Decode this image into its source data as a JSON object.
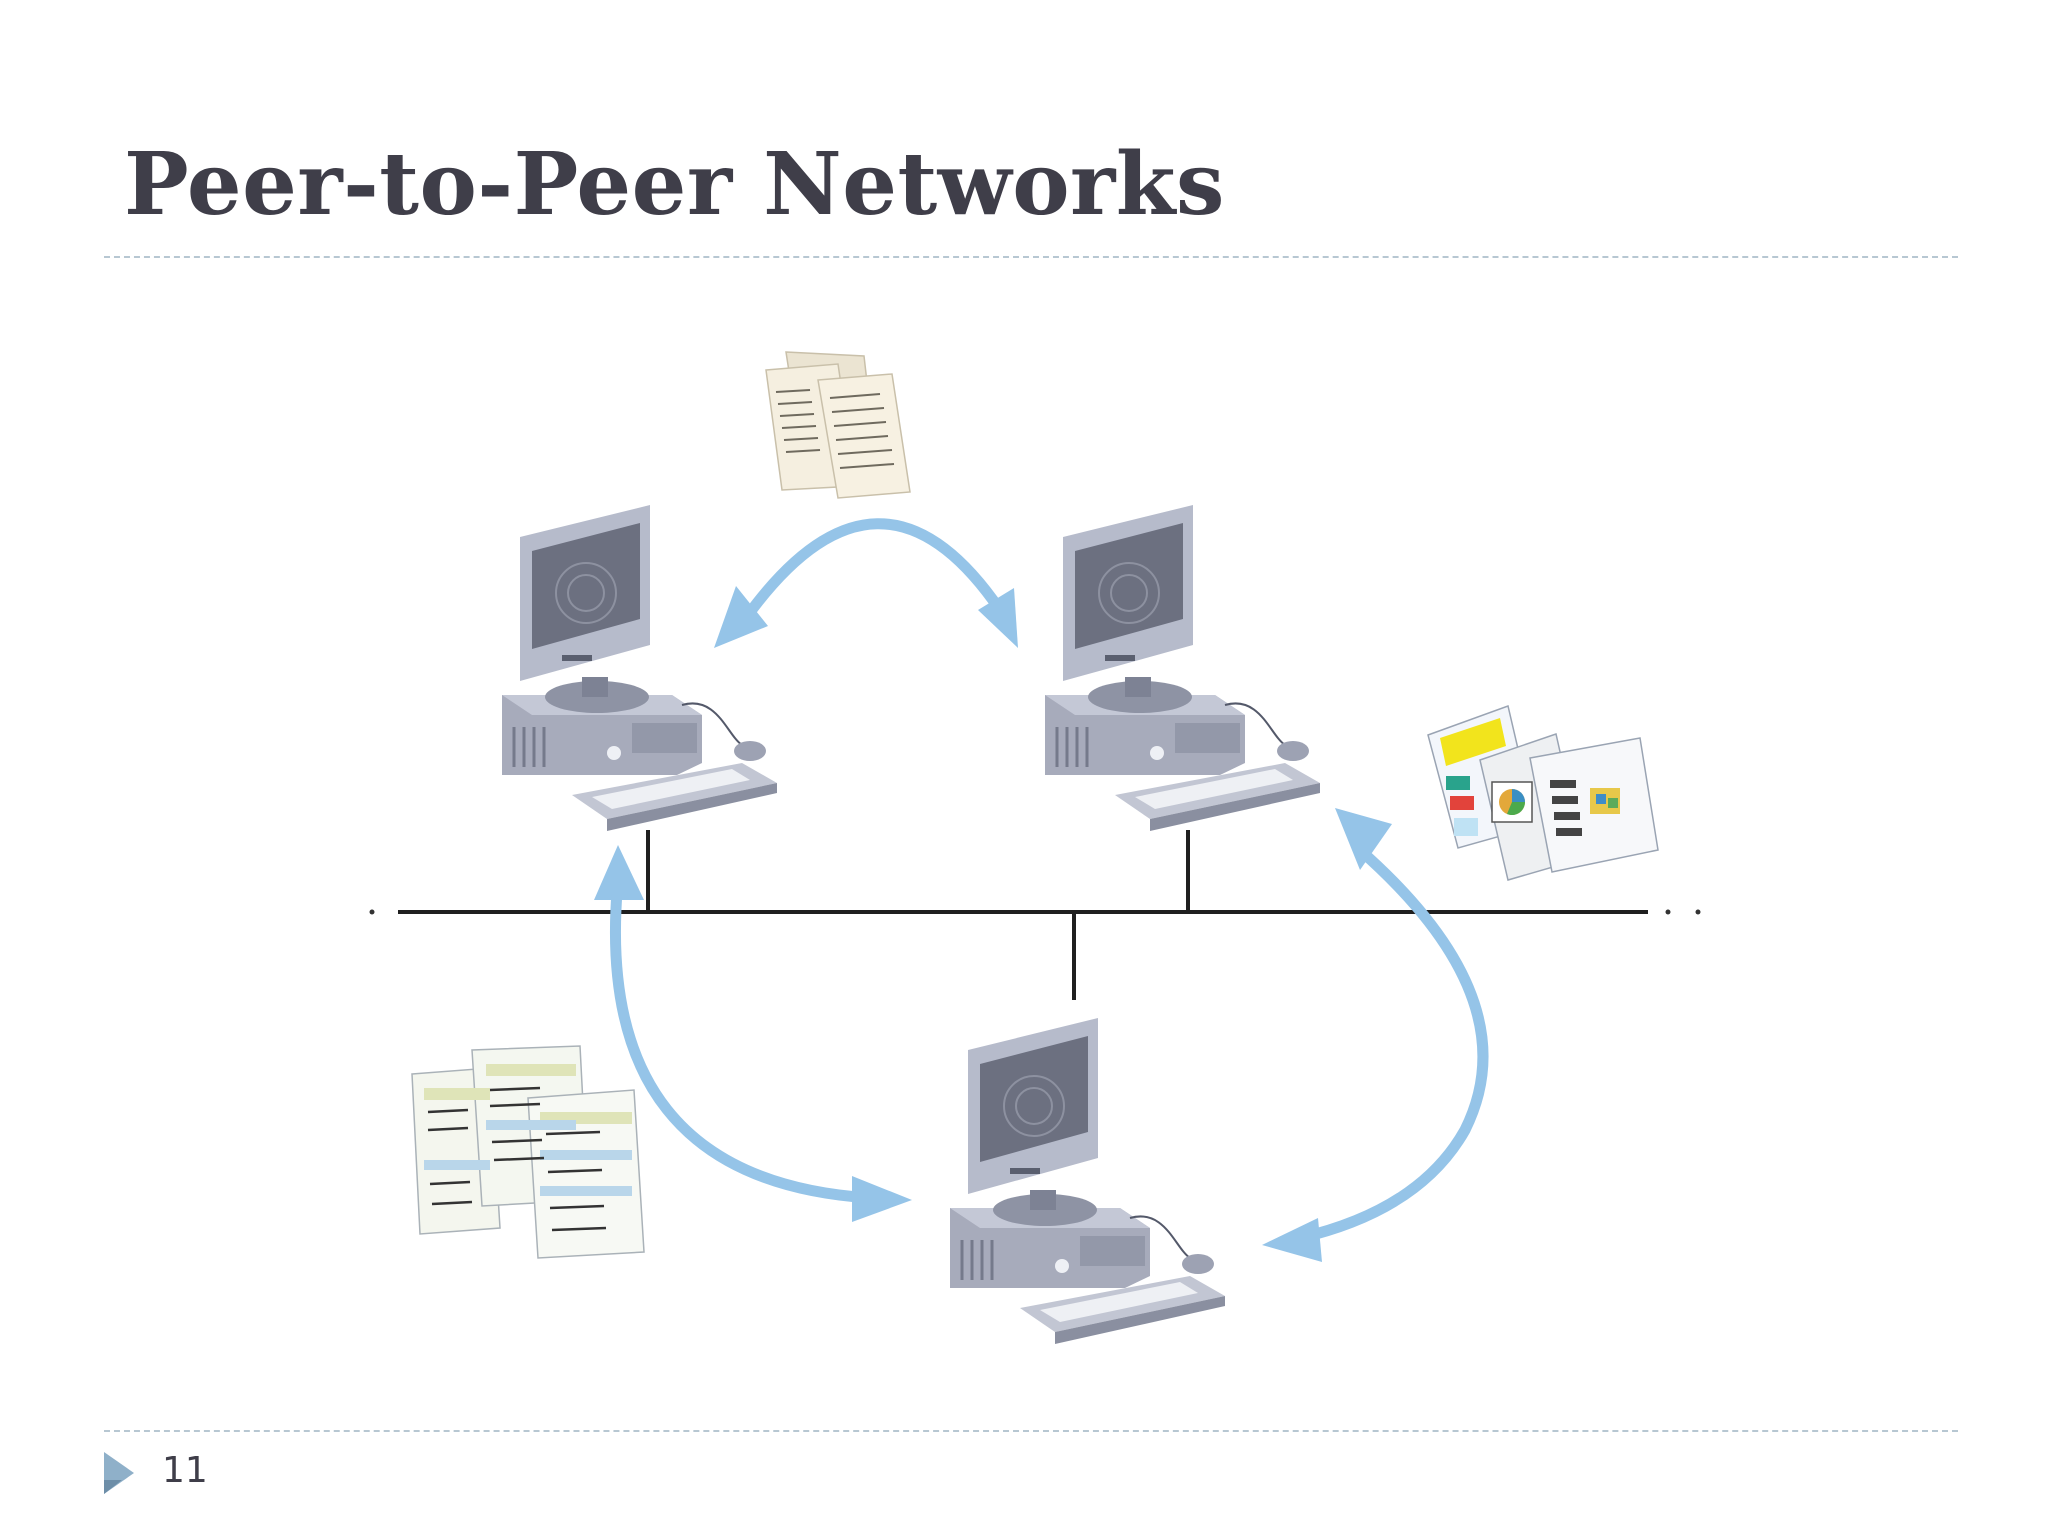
{
  "slide": {
    "title": "Peer-to-Peer Networks",
    "page_number": "11"
  },
  "diagram": {
    "nodes": [
      "computer",
      "computer",
      "computer"
    ],
    "links": [
      "network-bus"
    ],
    "documents": [
      "text-documents",
      "brochure-with-charts",
      "spreadsheets"
    ],
    "accent_color": "#95c4e8"
  },
  "colors": {
    "title": "#3f3e49",
    "rule": "#b7c7d2",
    "arrow": "#95c4e8",
    "bus": "#1f1f1f",
    "footer_marker": "#8fb0c9"
  }
}
